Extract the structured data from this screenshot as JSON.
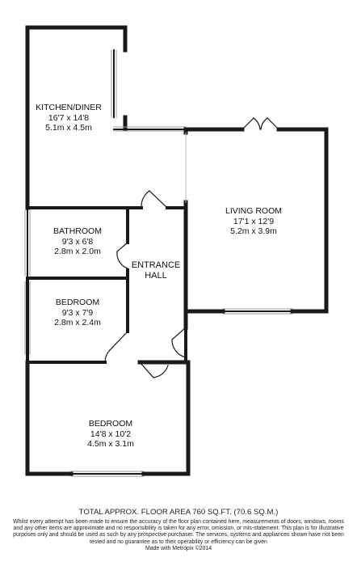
{
  "rooms": {
    "kitchen": {
      "name": "KITCHEN/DINER",
      "imperial": "16'7 x 14'8",
      "metric": "5.1m x 4.5m"
    },
    "living": {
      "name": "LIVING ROOM",
      "imperial": "17'1 x 12'9",
      "metric": "5.2m x 3.9m"
    },
    "bathroom": {
      "name": "BATHROOM",
      "imperial": "9'3 x 6'8",
      "metric": "2.8m x 2.0m"
    },
    "hall": {
      "name_line1": "ENTRANCE",
      "name_line2": "HALL"
    },
    "bedroom1": {
      "name": "BEDROOM",
      "imperial": "9'3 x 7'9",
      "metric": "2.8m x 2.4m"
    },
    "bedroom2": {
      "name": "BEDROOM",
      "imperial": "14'8 x 10'2",
      "metric": "4.5m x 3.1m"
    }
  },
  "footer": {
    "area": "TOTAL APPROX. FLOOR AREA 760 SQ.FT. (70.6 SQ.M.)",
    "disclaimer": "Whilst every attempt has been made to ensure the accuracy of the floor plan contained here, measurements of doors, windows, rooms and any other items are approximate and no responsibility is taken for any error, omission, or mis-statement. This plan is for illustrative purposes only and should be used as such by any prospective purchaser. The services, systems and appliances shown have not been tested and no guarantee as to their operability or efficiency can be given",
    "credit": "Made with Metropix ©2014"
  },
  "colors": {
    "wall": "#1a1a1a",
    "window": "#9a9a9a",
    "background": "#ffffff"
  }
}
